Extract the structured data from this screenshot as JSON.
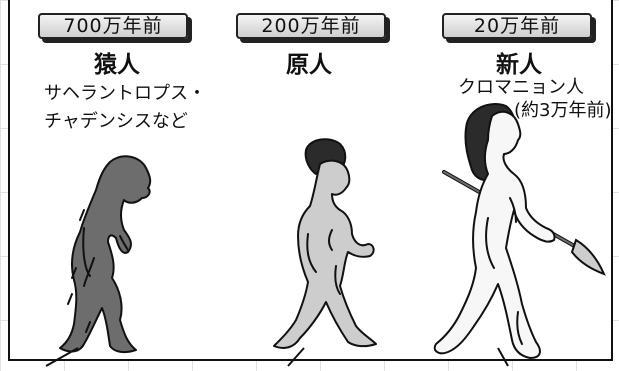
{
  "columns": [
    {
      "time": "700万年前",
      "name": "猿人",
      "desc_lines": [
        "サヘラントロプス・",
        "チャデンシスなど"
      ],
      "skin": "#6d6d6d"
    },
    {
      "time": "200万年前",
      "name": "原人",
      "desc_lines": [],
      "skin": "#cdcdcd"
    },
    {
      "time": "20万年前",
      "name": "新人",
      "desc_lines": [
        "クロマニョン人"
      ],
      "note": "(約3万年前)",
      "skin": "#f7f7f7"
    }
  ],
  "colors": {
    "outline": "#111111",
    "badge_top": "#f4f4f4",
    "badge_bottom": "#cfcfcf",
    "hair": "#2b2b2b"
  }
}
